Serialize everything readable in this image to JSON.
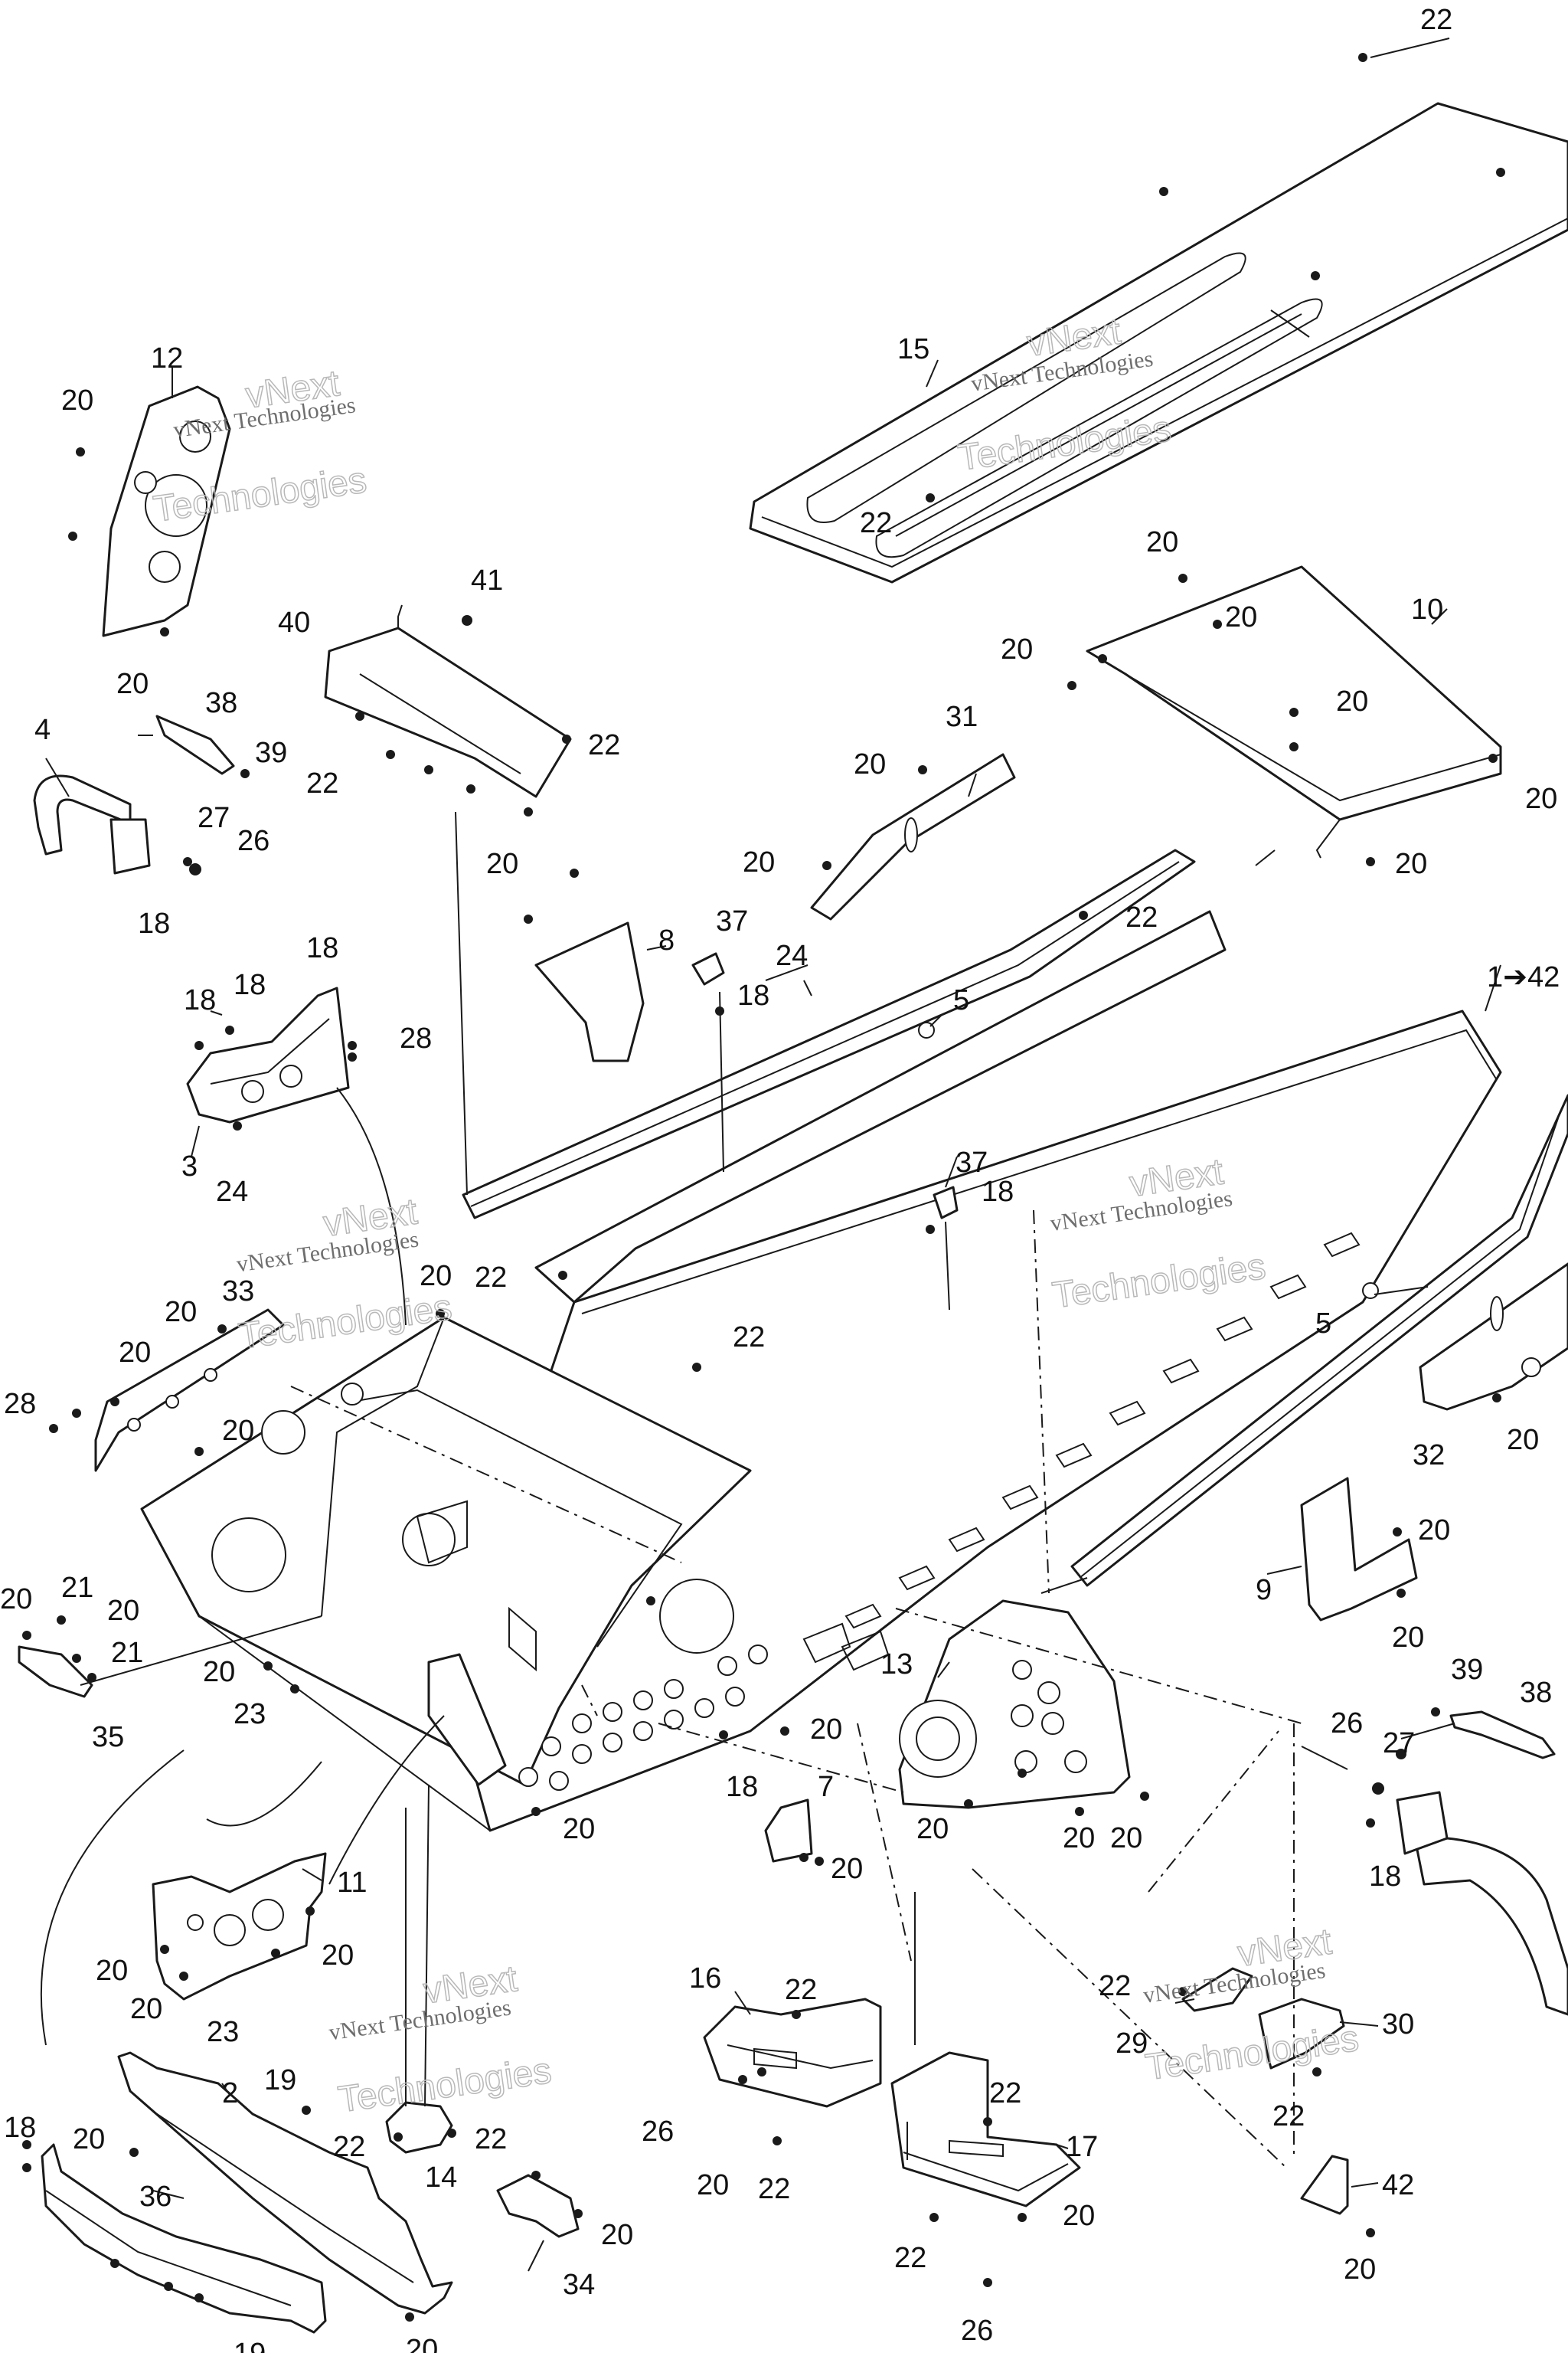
{
  "watermark": {
    "line1": "vNext Technologies",
    "line2": "Technologies",
    "line3": "vNext"
  },
  "callouts": [
    {
      "id": "c22a",
      "text": "22"
    },
    {
      "id": "c15",
      "text": "15"
    },
    {
      "id": "c22b",
      "text": "22"
    },
    {
      "id": "c12",
      "text": "12"
    },
    {
      "id": "c20a",
      "text": "20"
    },
    {
      "id": "c20b",
      "text": "20"
    },
    {
      "id": "c41",
      "text": "41"
    },
    {
      "id": "c40",
      "text": "40"
    },
    {
      "id": "c22c",
      "text": "22"
    },
    {
      "id": "c22d",
      "text": "22"
    },
    {
      "id": "c4",
      "text": "4"
    },
    {
      "id": "c38a",
      "text": "38"
    },
    {
      "id": "c39a",
      "text": "39"
    },
    {
      "id": "c27a",
      "text": "27"
    },
    {
      "id": "c26a",
      "text": "26"
    },
    {
      "id": "c18a",
      "text": "18"
    },
    {
      "id": "c20c",
      "text": "20"
    },
    {
      "id": "c20d",
      "text": "20"
    },
    {
      "id": "c10",
      "text": "10"
    },
    {
      "id": "c20e",
      "text": "20"
    },
    {
      "id": "c20f",
      "text": "20"
    },
    {
      "id": "c20g",
      "text": "20"
    },
    {
      "id": "c20h",
      "text": "20"
    },
    {
      "id": "c31",
      "text": "31"
    },
    {
      "id": "c20i",
      "text": "20"
    },
    {
      "id": "c20j",
      "text": "20"
    },
    {
      "id": "c20k",
      "text": "20"
    },
    {
      "id": "c8",
      "text": "8"
    },
    {
      "id": "c37a",
      "text": "37"
    },
    {
      "id": "c18b",
      "text": "18"
    },
    {
      "id": "c24a",
      "text": "24"
    },
    {
      "id": "c22e",
      "text": "22"
    },
    {
      "id": "c5a",
      "text": "5"
    },
    {
      "id": "c1",
      "text": "1➔42"
    },
    {
      "id": "c18c",
      "text": "18"
    },
    {
      "id": "c18d",
      "text": "18"
    },
    {
      "id": "c18e",
      "text": "18"
    },
    {
      "id": "c28a",
      "text": "28"
    },
    {
      "id": "c3",
      "text": "3"
    },
    {
      "id": "c24b",
      "text": "24"
    },
    {
      "id": "c37b",
      "text": "37"
    },
    {
      "id": "c18f",
      "text": "18"
    },
    {
      "id": "c5b",
      "text": "5"
    },
    {
      "id": "c22f",
      "text": "22"
    },
    {
      "id": "c22g",
      "text": "22"
    },
    {
      "id": "c20l",
      "text": "20"
    },
    {
      "id": "c33",
      "text": "33"
    },
    {
      "id": "c20m",
      "text": "20"
    },
    {
      "id": "c20n",
      "text": "20"
    },
    {
      "id": "c28b",
      "text": "28"
    },
    {
      "id": "c20o",
      "text": "20"
    },
    {
      "id": "c32",
      "text": "32"
    },
    {
      "id": "c20p",
      "text": "20"
    },
    {
      "id": "c20q",
      "text": "20"
    },
    {
      "id": "c9",
      "text": "9"
    },
    {
      "id": "c20r",
      "text": "20"
    },
    {
      "id": "c20s",
      "text": "20"
    },
    {
      "id": "c21a",
      "text": "21"
    },
    {
      "id": "c20t",
      "text": "20"
    },
    {
      "id": "c21b",
      "text": "21"
    },
    {
      "id": "c35",
      "text": "35"
    },
    {
      "id": "c20u",
      "text": "20"
    },
    {
      "id": "c23a",
      "text": "23"
    },
    {
      "id": "c13",
      "text": "13"
    },
    {
      "id": "c20v",
      "text": "20"
    },
    {
      "id": "c18g",
      "text": "18"
    },
    {
      "id": "c39b",
      "text": "39"
    },
    {
      "id": "c38b",
      "text": "38"
    },
    {
      "id": "c26b",
      "text": "26"
    },
    {
      "id": "c27b",
      "text": "27"
    },
    {
      "id": "c18h",
      "text": "18"
    },
    {
      "id": "c7",
      "text": "7"
    },
    {
      "id": "c20w",
      "text": "20"
    },
    {
      "id": "c20x",
      "text": "20"
    },
    {
      "id": "c20y",
      "text": "20"
    },
    {
      "id": "c20z",
      "text": "20"
    },
    {
      "id": "c20aa",
      "text": "20"
    },
    {
      "id": "c11",
      "text": "11"
    },
    {
      "id": "c20ab",
      "text": "20"
    },
    {
      "id": "c20ac",
      "text": "20"
    },
    {
      "id": "c20ad",
      "text": "20"
    },
    {
      "id": "c23b",
      "text": "23"
    },
    {
      "id": "c16",
      "text": "16"
    },
    {
      "id": "c22h",
      "text": "22"
    },
    {
      "id": "c22i",
      "text": "22"
    },
    {
      "id": "c29",
      "text": "29"
    },
    {
      "id": "c30",
      "text": "30"
    },
    {
      "id": "c22j",
      "text": "22"
    },
    {
      "id": "c2",
      "text": "2"
    },
    {
      "id": "c19a",
      "text": "19"
    },
    {
      "id": "c18i",
      "text": "18"
    },
    {
      "id": "c20ae",
      "text": "20"
    },
    {
      "id": "c36",
      "text": "36"
    },
    {
      "id": "c22k",
      "text": "22"
    },
    {
      "id": "c22l",
      "text": "22"
    },
    {
      "id": "c14",
      "text": "14"
    },
    {
      "id": "c26c",
      "text": "26"
    },
    {
      "id": "c20af",
      "text": "20"
    },
    {
      "id": "c22m",
      "text": "22"
    },
    {
      "id": "c22n",
      "text": "22"
    },
    {
      "id": "c17",
      "text": "17"
    },
    {
      "id": "c20ag",
      "text": "20"
    },
    {
      "id": "c22o",
      "text": "22"
    },
    {
      "id": "c26d",
      "text": "26"
    },
    {
      "id": "c42",
      "text": "42"
    },
    {
      "id": "c20ah",
      "text": "20"
    },
    {
      "id": "c20ai",
      "text": "20"
    },
    {
      "id": "c34",
      "text": "34"
    },
    {
      "id": "c19b",
      "text": "19"
    },
    {
      "id": "c20aj",
      "text": "20"
    }
  ]
}
